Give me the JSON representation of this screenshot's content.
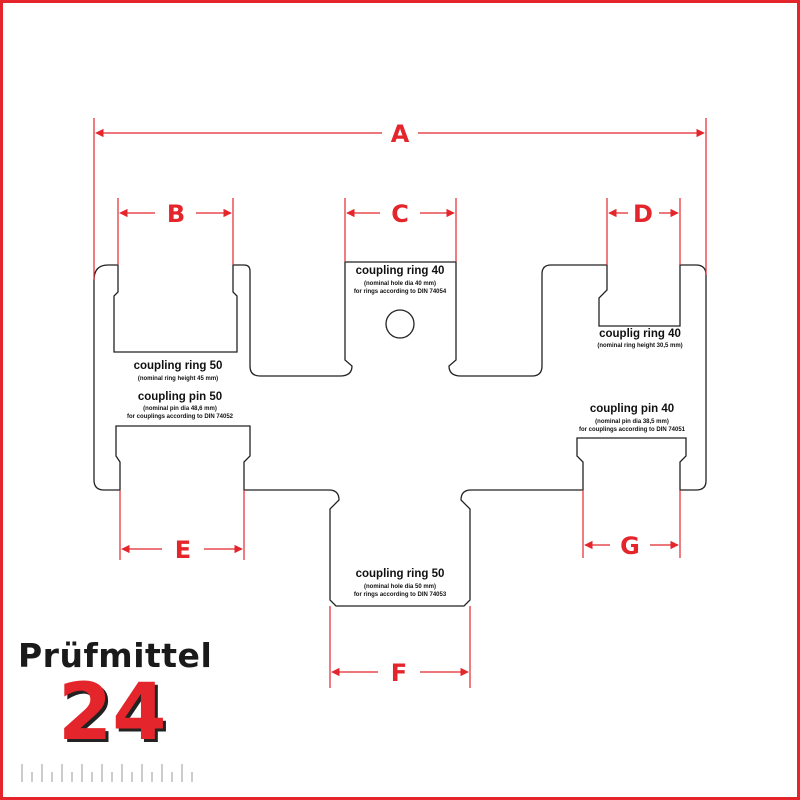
{
  "dimensions": {
    "A": "A",
    "B": "B",
    "C": "C",
    "D": "D",
    "E": "E",
    "F": "F",
    "G": "G"
  },
  "labels": {
    "ring50_left": {
      "title": "coupling ring 50",
      "line1": "(nominal ring height 45 mm)"
    },
    "pin50_left": {
      "title": "coupling pin 50",
      "line1": "(nominal pin dia 48,6 mm)",
      "line2": "for couplings according to DIN 74052"
    },
    "ring40_top": {
      "title": "coupling ring 40",
      "line1": "(nominal hole dia 40 mm)",
      "line2": "for rings according to DIN 74054"
    },
    "ring40_right": {
      "title": "couplig ring 40",
      "line1": "(nominal ring height 30,5 mm)"
    },
    "pin40_right": {
      "title": "coupling pin 40",
      "line1": "(nominal pin dia 38,5 mm)",
      "line2": "for couplings according to DIN 74051"
    },
    "ring50_bottom": {
      "title": "coupling ring 50",
      "line1": "(nominal hole dia 50 mm)",
      "line2": "for rings according to DIN 74053"
    }
  },
  "logo": {
    "name": "Prüfmittel",
    "number": "24"
  },
  "colors": {
    "accent": "#e4262c",
    "outline": "#222222",
    "background": "#ffffff"
  }
}
